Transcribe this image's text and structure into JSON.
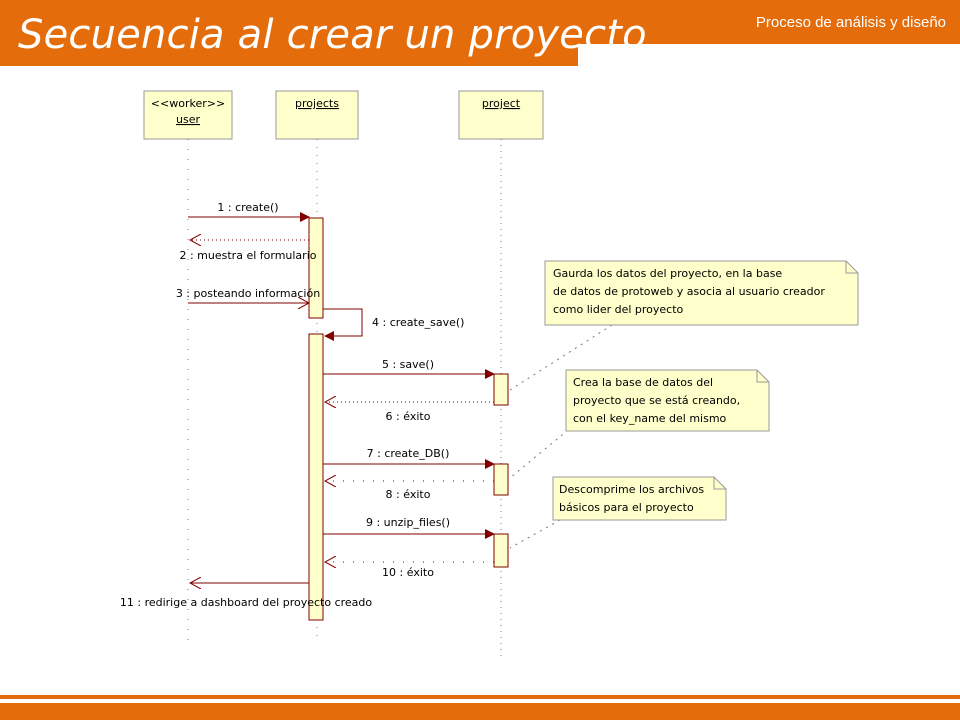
{
  "slide": {
    "title": "Secuencia al crear un proyecto",
    "section": "Proceso de análisis y diseño"
  },
  "colors": {
    "accent": "#e46c0a",
    "note_fill": "#ffffcc",
    "arrow": "#800000"
  },
  "diagram": {
    "lifelines": [
      {
        "stereotype": "<<worker>>",
        "name": "user"
      },
      {
        "name": "projects"
      },
      {
        "name": "project"
      }
    ],
    "messages": [
      {
        "label": "1 : create()"
      },
      {
        "label": "2 : muestra el formulario"
      },
      {
        "label": "3 : posteando información"
      },
      {
        "label": "4 : create_save()"
      },
      {
        "label": "5 : save()"
      },
      {
        "label": "6 : éxito"
      },
      {
        "label": "7 : create_DB()"
      },
      {
        "label": "8 : éxito"
      },
      {
        "label": "9 : unzip_files()"
      },
      {
        "label": "10 : éxito"
      },
      {
        "label": "11 : redirige a dashboard del proyecto creado"
      }
    ],
    "notes": [
      {
        "lines": [
          "Gaurda los datos del proyecto, en la base",
          "de datos de protoweb y asocia al usuario creador",
          "como lider del proyecto"
        ]
      },
      {
        "lines": [
          "Crea la base de datos del",
          "proyecto que se está creando,",
          "con el key_name del mismo"
        ]
      },
      {
        "lines": [
          "Descomprime los archivos",
          "básicos para el proyecto"
        ]
      }
    ]
  }
}
